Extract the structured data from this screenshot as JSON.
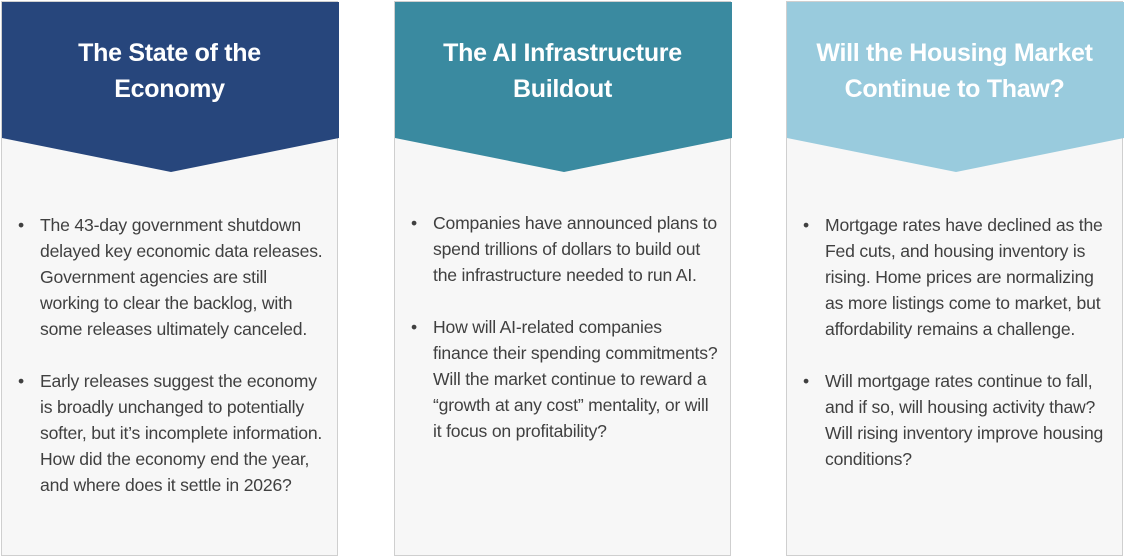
{
  "colors": {
    "card1": "#27467c",
    "card2": "#3a8aa0",
    "card3": "#99cbdd"
  },
  "cards": [
    {
      "title": "The State of the Economy",
      "bullets": [
        "The 43-day government shutdown delayed key economic data releases. Government agencies are still working to clear the backlog, with some releases ultimately canceled.",
        "Early releases suggest the economy is broadly unchanged to potentially softer, but it’s incomplete information. How did the economy end the year, and where does it settle in 2026?"
      ]
    },
    {
      "title": "The AI Infrastructure Buildout",
      "bullets": [
        "Companies have announced plans to spend trillions of dollars to build out the infrastructure needed to run AI.",
        "How will AI-related companies finance their spending commitments? Will the market continue to reward a “growth at any cost” mentality, or will it focus on profitability?"
      ]
    },
    {
      "title": "Will the Housing Market Continue to Thaw?",
      "bullets": [
        "Mortgage rates have declined as the Fed cuts, and housing inventory is rising. Home prices are normalizing as more listings come to market, but affordability remains a challenge.",
        "Will mortgage rates continue to fall, and if so, will housing activity thaw? Will rising inventory improve housing conditions?"
      ]
    }
  ]
}
